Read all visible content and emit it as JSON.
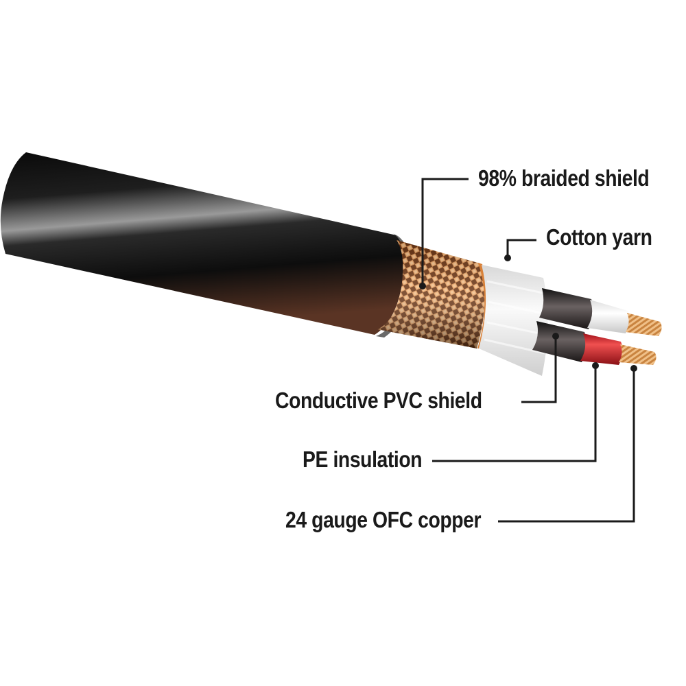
{
  "diagram": {
    "subject": "Balanced audio cable cross-section",
    "colors": {
      "jacket": "#141414",
      "braid": "#b8692e",
      "cotton_yarn": "#eeeeee",
      "pvc_shield": "#2a2626",
      "pe_white": "#f2f2f2",
      "pe_red": "#d8262a",
      "copper": "#d39a5c",
      "leader_line": "#1a1a1a",
      "text": "#1a1a1a"
    },
    "labels": [
      {
        "id": "braided-shield",
        "text": "98% braided shield"
      },
      {
        "id": "cotton-yarn",
        "text": "Cotton yarn"
      },
      {
        "id": "conductive-pvc-shield",
        "text": "Conductive PVC shield"
      },
      {
        "id": "pe-insulation",
        "text": "PE insulation"
      },
      {
        "id": "ofc-copper",
        "text": "24 gauge OFC copper"
      }
    ]
  }
}
